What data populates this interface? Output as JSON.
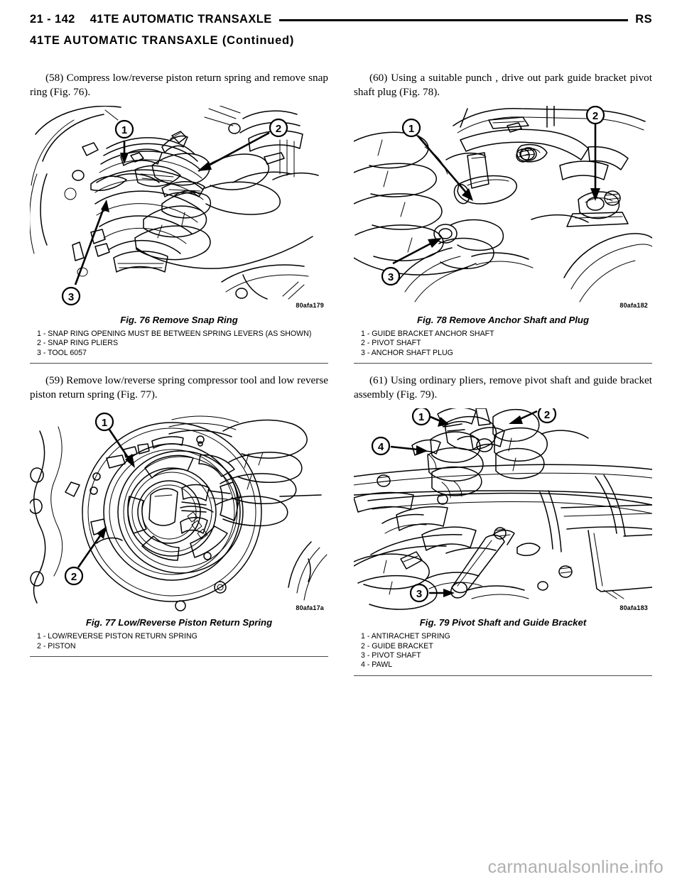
{
  "header": {
    "page_number": "21 - 142",
    "section_title": "41TE AUTOMATIC TRANSAXLE",
    "manual_code": "RS"
  },
  "section_heading": "41TE AUTOMATIC TRANSAXLE (Continued)",
  "columns": {
    "left": {
      "steps": [
        "(58) Compress low/reverse piston return spring and remove snap ring (Fig. 76).",
        "(59) Remove low/reverse spring compressor tool and low reverse piston return spring (Fig. 77)."
      ],
      "figures": [
        {
          "id_code": "80afa179",
          "caption": "Fig. 76 Remove Snap Ring",
          "legend": [
            "1 - SNAP RING OPENING MUST BE BETWEEN SPRING LEVERS (AS SHOWN)",
            "2 - SNAP RING PLIERS",
            "3 - TOOL 6057"
          ],
          "callouts": [
            "1",
            "2",
            "3"
          ]
        },
        {
          "id_code": "80afa17a",
          "caption": "Fig. 77 Low/Reverse Piston Return Spring",
          "legend": [
            "1 - LOW/REVERSE PISTON RETURN SPRING",
            "2 - PISTON"
          ],
          "callouts": [
            "1",
            "2"
          ]
        }
      ]
    },
    "right": {
      "steps": [
        "(60) Using a suitable punch , drive out park guide bracket pivot shaft plug (Fig. 78).",
        "(61) Using ordinary pliers, remove pivot shaft and guide bracket assembly (Fig. 79)."
      ],
      "figures": [
        {
          "id_code": "80afa182",
          "caption": "Fig. 78 Remove Anchor Shaft and Plug",
          "legend": [
            "1 - GUIDE BRACKET ANCHOR SHAFT",
            "2 - PIVOT SHAFT",
            "3 - ANCHOR SHAFT PLUG"
          ],
          "callouts": [
            "1",
            "2",
            "3"
          ]
        },
        {
          "id_code": "80afa183",
          "caption": "Fig. 79 Pivot Shaft and Guide Bracket",
          "legend": [
            "1 - ANTIRACHET SPRING",
            "2 - GUIDE BRACKET",
            "3 - PIVOT SHAFT",
            "4 - PAWL"
          ],
          "callouts": [
            "1",
            "2",
            "3",
            "4"
          ]
        }
      ]
    }
  },
  "watermark": "carmanualsonline.info",
  "colors": {
    "ink": "#000000",
    "paper": "#ffffff",
    "rule": "#4a4a4a",
    "watermark": "#b0b0b0"
  }
}
